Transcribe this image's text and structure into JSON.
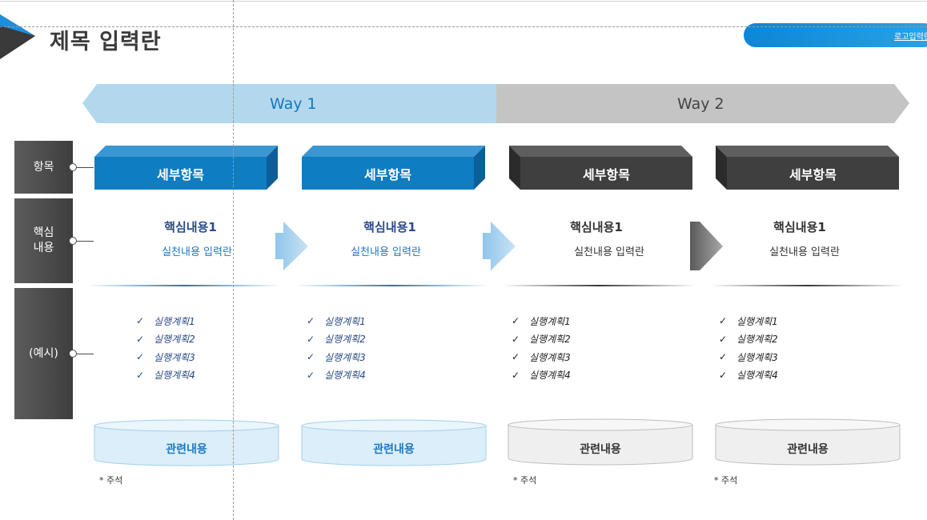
{
  "header": {
    "title": "제목 입력란",
    "logo": "로고입력란"
  },
  "ways": [
    {
      "label": "Way 1"
    },
    {
      "label": "Way 2"
    }
  ],
  "row_labels": {
    "item": "항목",
    "core_line1": "핵심",
    "core_line2": "내용",
    "example": "(예시)"
  },
  "columns": [
    {
      "header": "세부항목",
      "core_title": "핵심내용1",
      "core_sub": "실천내용 입력란",
      "plans": [
        "실행계획1",
        "실행계획2",
        "실행계획3",
        "실행계획4"
      ],
      "related": "관련내용",
      "note": "* 주석"
    },
    {
      "header": "세부항목",
      "core_title": "핵심내용1",
      "core_sub": "실천내용 입력란",
      "plans": [
        "실행계획1",
        "실행계획2",
        "실행계획3",
        "실행계획4"
      ],
      "related": "관련내용",
      "note": ""
    },
    {
      "header": "세부항목",
      "core_title": "핵심내용1",
      "core_sub": "실천내용 입력란",
      "plans": [
        "실행계획1",
        "실행계획2",
        "실행계획3",
        "실행계획4"
      ],
      "related": "관련내용",
      "note": "* 주석"
    },
    {
      "header": "세부항목",
      "core_title": "핵심내용1",
      "core_sub": "실천내용 입력란",
      "plans": [
        "실행계획1",
        "실행계획2",
        "실행계획3",
        "실행계획4"
      ],
      "related": "관련내용",
      "note": "* 주석"
    }
  ],
  "icons": {
    "check": "check-icon",
    "arrow": "chevron-right-icon"
  },
  "colors": {
    "blue": "#0f7dc2",
    "blue_dark": "#1a6aa6",
    "blue_light": "#b3d8ee",
    "dark": "#3f3f3f",
    "gray_light": "#c4c4c4",
    "text_blue": "#2a4a8a"
  }
}
